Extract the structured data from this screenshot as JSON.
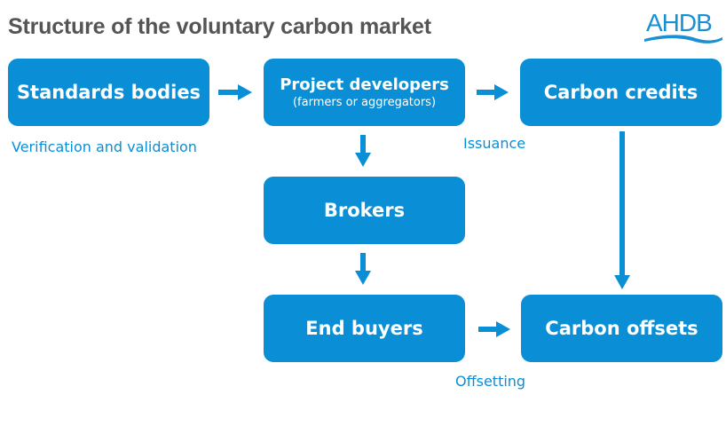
{
  "header": {
    "title": "Structure of the voluntary carbon market",
    "logo_text": "AHDB"
  },
  "colors": {
    "box_fill": "#0a8fd6",
    "label_text": "#0a8fd6",
    "title_text": "#555555",
    "logo": "#1a8fd2"
  },
  "nodes": {
    "standards_bodies": {
      "label": "Standards bodies"
    },
    "project_developers": {
      "label": "Project developers",
      "sublabel": "(farmers or aggregators)"
    },
    "carbon_credits": {
      "label": "Carbon credits"
    },
    "brokers": {
      "label": "Brokers"
    },
    "end_buyers": {
      "label": "End buyers"
    },
    "carbon_offsets": {
      "label": "Carbon offsets"
    }
  },
  "edge_labels": {
    "verification": "Verification and validation",
    "issuance": "Issuance",
    "offsetting": "Offsetting"
  },
  "edges": [
    {
      "from": "standards_bodies",
      "to": "project_developers"
    },
    {
      "from": "project_developers",
      "to": "carbon_credits"
    },
    {
      "from": "project_developers",
      "to": "brokers"
    },
    {
      "from": "brokers",
      "to": "end_buyers"
    },
    {
      "from": "carbon_credits",
      "to": "carbon_offsets"
    },
    {
      "from": "end_buyers",
      "to": "carbon_offsets"
    }
  ]
}
